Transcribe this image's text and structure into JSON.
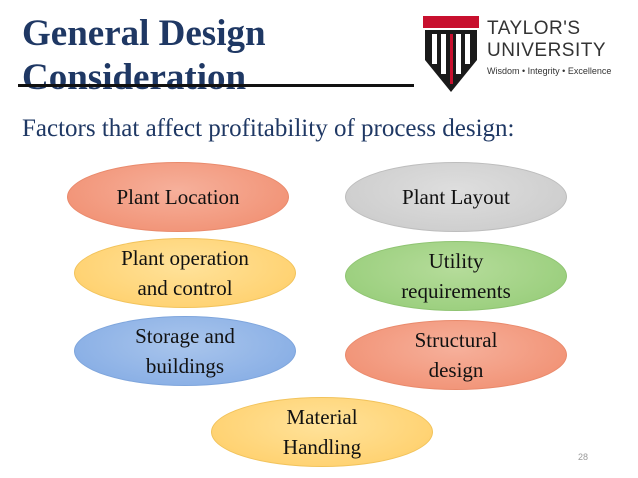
{
  "slide": {
    "title_line1": "General Design",
    "title_line2": "Consideration",
    "subtitle": "Factors that affect profitability of process design:",
    "page_number": "28"
  },
  "logo": {
    "name_line1": "TAYLOR'S",
    "name_line2": "UNIVERSITY",
    "tagline": "Wisdom • Integrity • Excellence"
  },
  "factors": [
    {
      "label": "Plant Location",
      "color": "#f2967a"
    },
    {
      "label": "Plant Layout",
      "color": "#cfcfcf"
    },
    {
      "label": "Plant operation and control",
      "color": "#ffd374"
    },
    {
      "label": "Utility requirements",
      "color": "#9dd080"
    },
    {
      "label": "Storage and buildings",
      "color": "#8cb1e6"
    },
    {
      "label": "Structural design",
      "color": "#f2967a"
    },
    {
      "label": "Material Handling",
      "color": "#ffd374"
    }
  ],
  "colors": {
    "title": "#1f3864",
    "logo_red": "#c8102e",
    "logo_dark": "#1a1a1a"
  }
}
